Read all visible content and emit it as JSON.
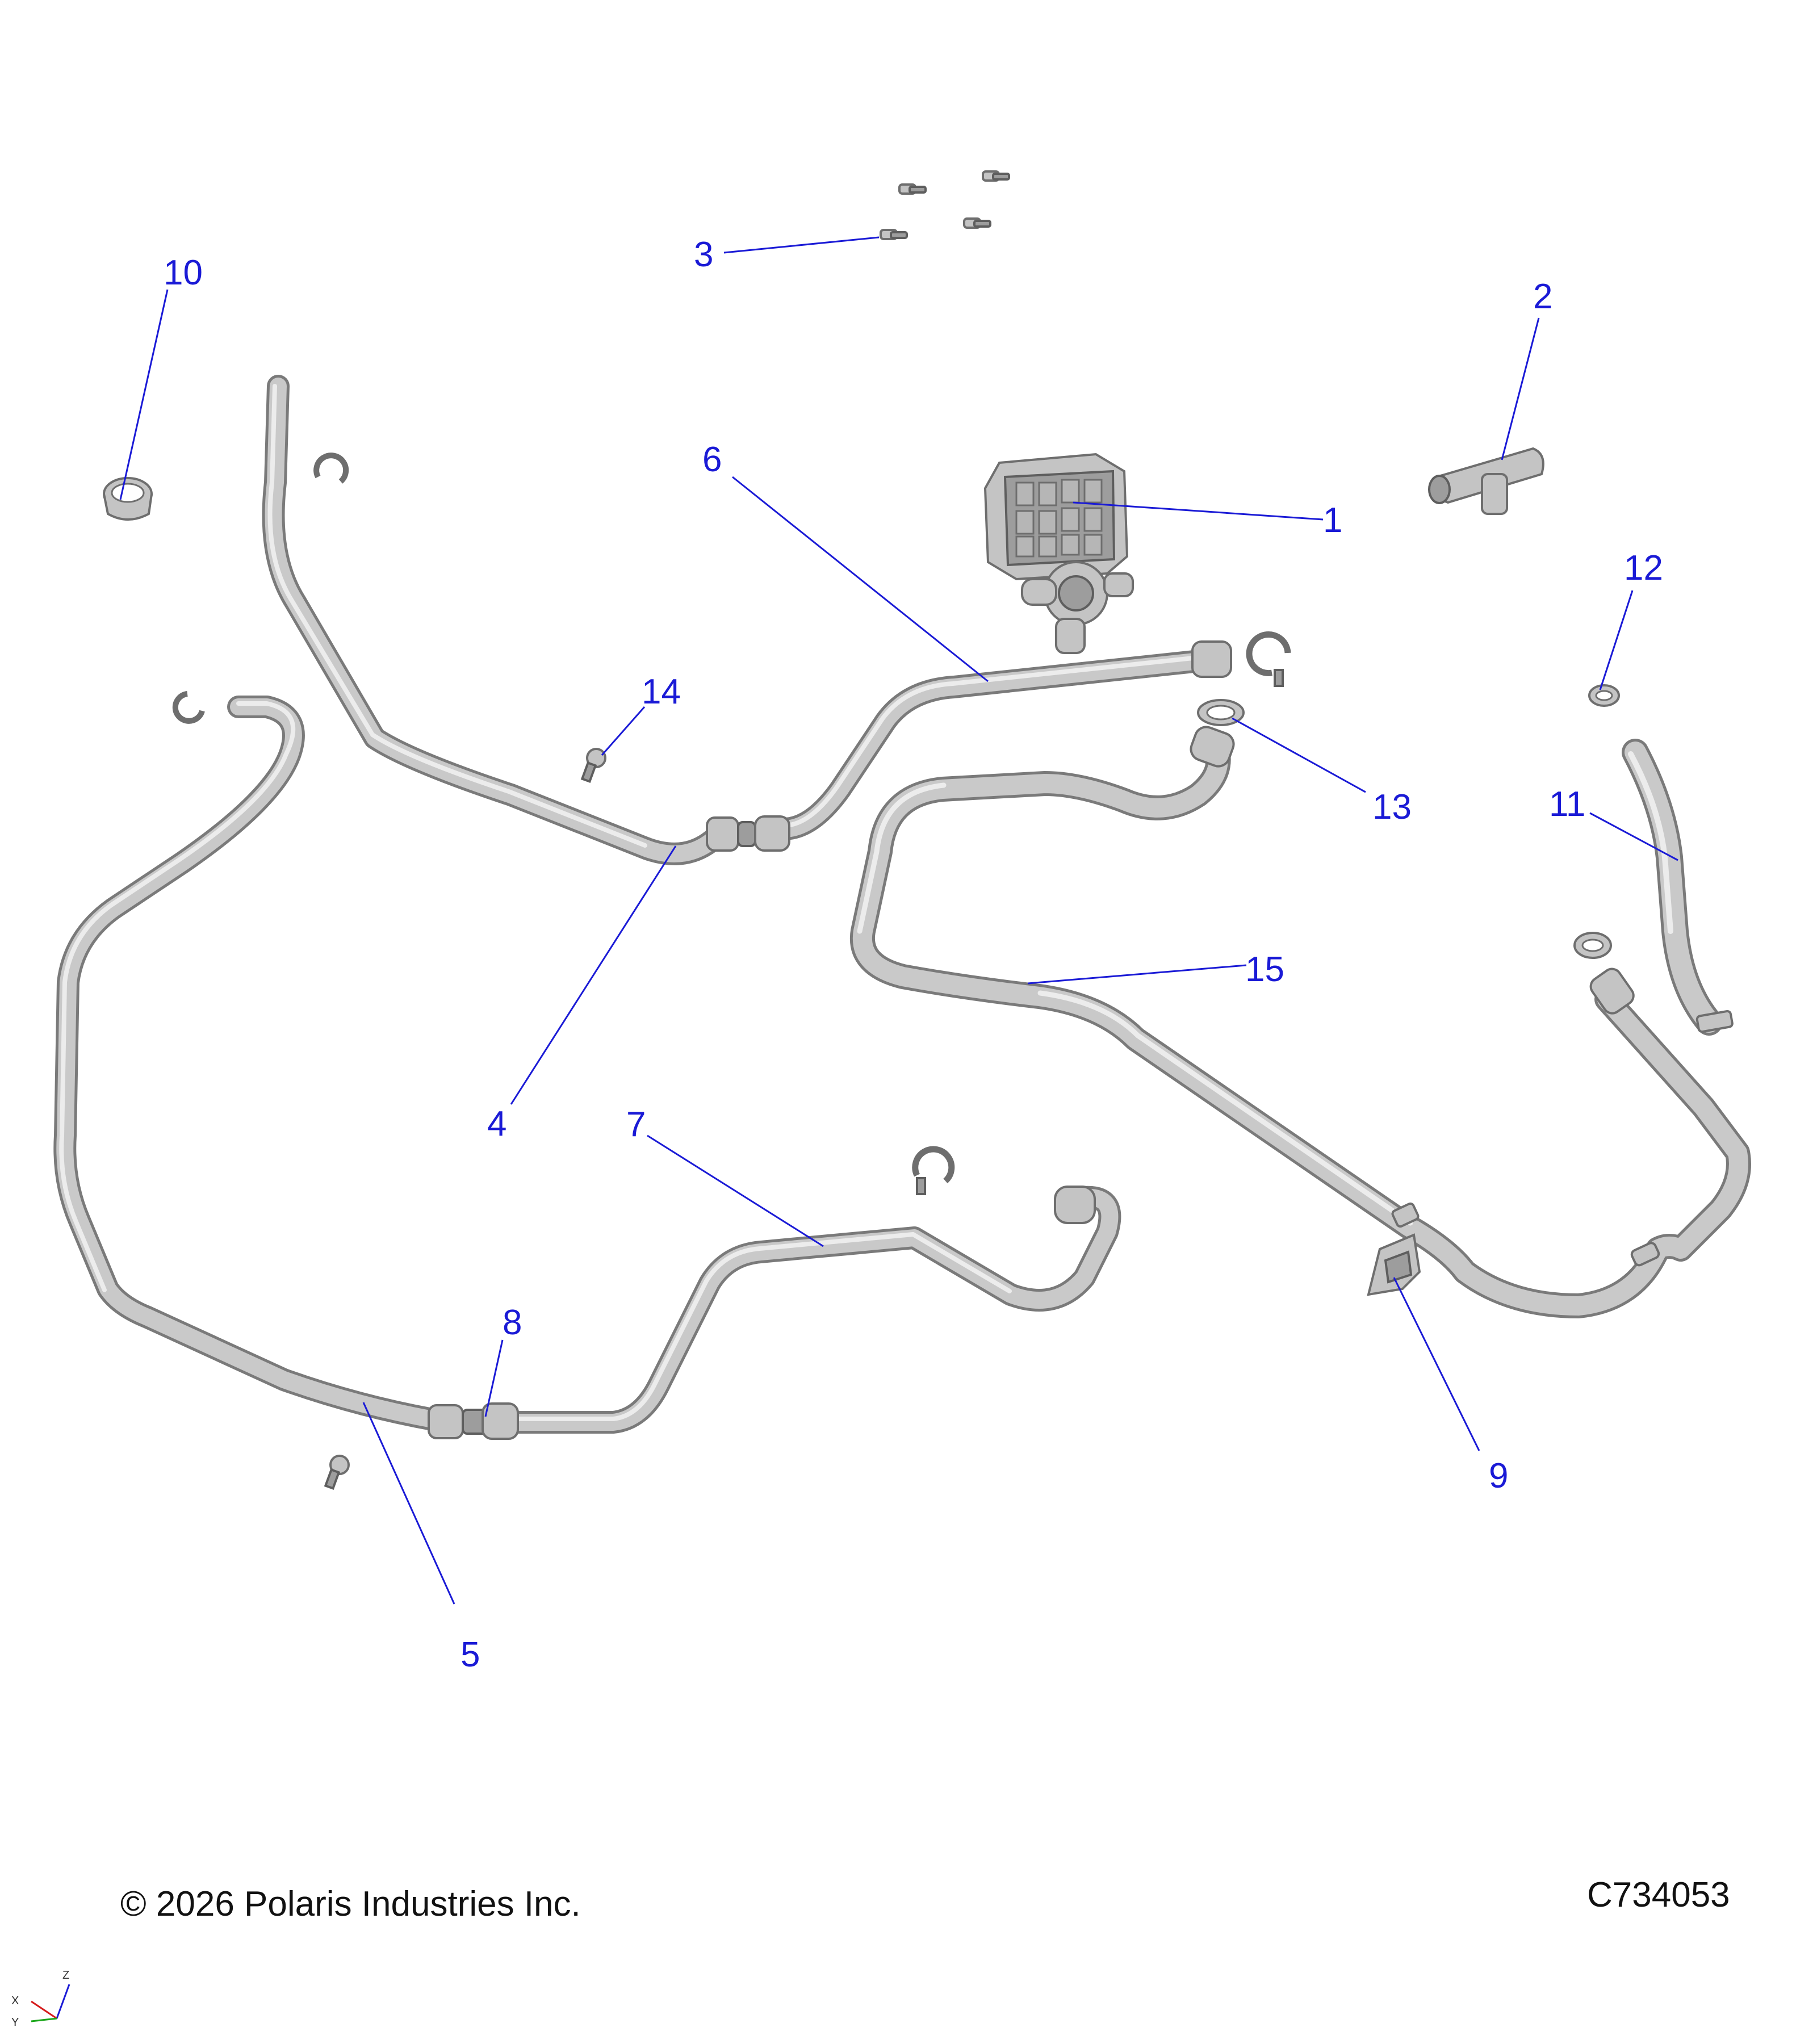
{
  "callouts": [
    {
      "id": "1",
      "label": "1"
    },
    {
      "id": "2",
      "label": "2"
    },
    {
      "id": "3",
      "label": "3"
    },
    {
      "id": "4",
      "label": "4"
    },
    {
      "id": "5",
      "label": "5"
    },
    {
      "id": "6",
      "label": "6"
    },
    {
      "id": "7",
      "label": "7"
    },
    {
      "id": "8",
      "label": "8"
    },
    {
      "id": "9",
      "label": "9"
    },
    {
      "id": "10",
      "label": "10"
    },
    {
      "id": "11",
      "label": "11"
    },
    {
      "id": "12",
      "label": "12"
    },
    {
      "id": "13",
      "label": "13"
    },
    {
      "id": "14",
      "label": "14"
    },
    {
      "id": "15",
      "label": "15"
    }
  ],
  "footer": {
    "copyright": "© 2026 Polaris Industries Inc.",
    "drawing_id": "C734053"
  },
  "axis_triad": {
    "x": "X",
    "y": "Y",
    "z": "Z"
  },
  "colors": {
    "callout": "#1a1ad6",
    "part": "#c4c4c4"
  }
}
